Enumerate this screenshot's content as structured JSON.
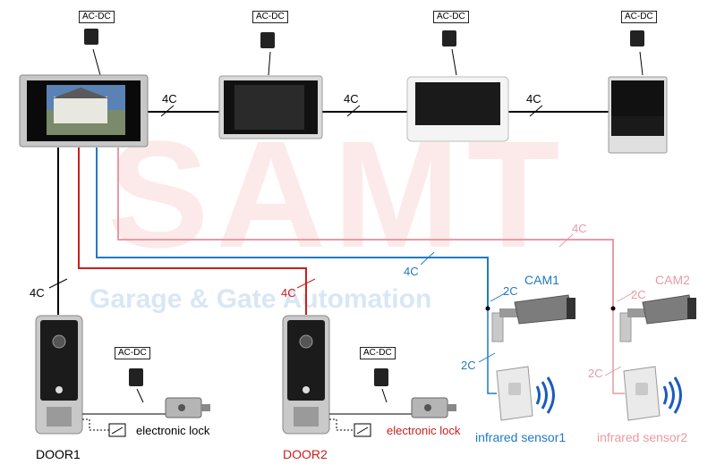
{
  "watermark": {
    "brand": "SAMT",
    "tagline": "Garage & Gate Automation"
  },
  "power": {
    "label": "AC-DC"
  },
  "wires": {
    "monitor_link_1": "4C",
    "monitor_link_2": "4C",
    "monitor_link_3": "4C",
    "door1": "4C",
    "door2": "4C",
    "cam1_main": "4C",
    "cam2_main": "4C",
    "cam1_in": "2C",
    "cam2_in": "2C",
    "sensor1": "2C",
    "sensor2": "2C"
  },
  "devices": {
    "door1": "DOOR1",
    "door2": "DOOR2",
    "lock1": "electronic lock",
    "lock2": "electronic lock",
    "cam1": "CAM1",
    "cam2": "CAM2",
    "sensor1": "infrared sensor1",
    "sensor2": "infrared sensor2"
  },
  "colors": {
    "black_wire": "#000000",
    "red_wire": "#c8201e",
    "blue_wire": "#1f7bc2",
    "pink_wire": "#e89aa4"
  }
}
